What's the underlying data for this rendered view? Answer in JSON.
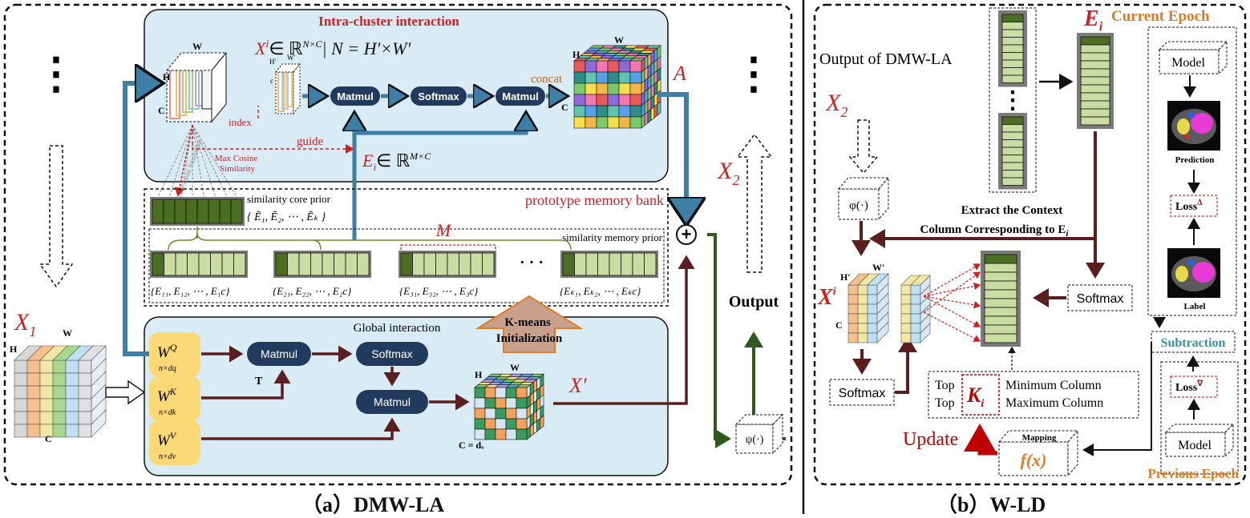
{
  "captions": {
    "a": "（a）DMW-LA",
    "b": "（b）W-LD"
  },
  "colors": {
    "panel_blue": "#d9ebf5",
    "node_navy": "#223a5e",
    "weight_yellow": "#fcd977",
    "memory_green": "#c9dca1",
    "memory_dark": "#4b6e22",
    "red": "#d21e1e",
    "orange": "#e07b22",
    "teal": "#3d8fa6",
    "arrow_blue": "#3d7fa6",
    "arrow_brown": "#5a1e1e",
    "arrow_green": "#2f5a1f",
    "arrow_red": "#c00000"
  },
  "panel_a": {
    "intra_title": "Intra-cluster interaction",
    "xi_eq": "X",
    "xi_sup": "i",
    "xi_set": "∈ ℝ",
    "xi_sup2": "N×C",
    "n_eq": "| N = H′×W′",
    "matmul": "Matmul",
    "softmax": "Softmax",
    "concat": "concat",
    "a_label": "A",
    "index": "index",
    "guide": "guide",
    "max_cos_1": "Max Cosine",
    "max_cos_2": "Similarity",
    "cos_sim": "Cosine Similarity",
    "ei_eq": "E",
    "ei_sub": "i",
    "ei_set": "∈ ℝ",
    "ei_sup": "M×C",
    "dim_H": "H",
    "dim_W": "W",
    "dim_C": "C",
    "dim_H2": "H′",
    "dim_W2": "W′",
    "dim_c2": "c",
    "memory_bank": "prototype memory bank",
    "sim_core": "similarity core prior",
    "sim_core_set": "{ Ẽ₁, Ẽ₂, ⋯ , Ẽₖ }",
    "M_label": "M",
    "sim_mem": "similarity memory prior",
    "mem_set_1": "{E₁₁, E₁₂, ⋯ , E₁c}",
    "mem_set_2": "{E₂₁, E₂₂, ⋯ , E₂c}",
    "mem_set_3": "{E₃₁, E₃₂, ⋯ , E₃c}",
    "mem_set_k": "{Eₖ₁, Eₖ₂, ⋯ , Eₖc}",
    "ellipsis": "· · ·",
    "kmeans_1": "K-means",
    "kmeans_2": "Initialization",
    "global_title": "Global interaction",
    "wq": "W",
    "wq_sup": "Q",
    "wq_sub": "n×dq",
    "wk": "W",
    "wk_sup": "K",
    "wk_sub": "n×dk",
    "wv": "W",
    "wv_sup": "V",
    "wv_sub": "n×dv",
    "t_label": "T",
    "c_dv": "C = dᵥ",
    "xprime": "X′",
    "x1": "X",
    "x1_sub": "1",
    "x2": "X",
    "x2_sub": "2",
    "plus": "+",
    "psi": "ψ(·)",
    "output": "Output",
    "vdots": "⋮"
  },
  "panel_b": {
    "output_of": "Output of DMW-LA",
    "ei": "E",
    "ei_sub": "i",
    "current_epoch": "Current Epoch",
    "x2": "X",
    "x2_sub": "2",
    "phi": "φ(·)",
    "extract_1": "Extract the Context",
    "extract_2": "Column Corresponding to E",
    "extract_sub": "i",
    "softmax": "Softmax",
    "xi": "X",
    "xi_sup": "i",
    "dim_H2": "H′",
    "dim_W2": "W′",
    "dim_C": "C",
    "top1": "Top",
    "top2": "Top",
    "k": "K",
    "k_sub": "i",
    "min_col": "Minimum Column",
    "max_col": "Maximum Column",
    "update": "Update",
    "mapping": "Mapping",
    "fx": "f(x)",
    "model": "Model",
    "prediction": "Prediction",
    "loss_delta": "Loss",
    "loss_delta_sup": "Δ",
    "label": "Label",
    "subtraction": "Subtraction",
    "loss_nabla": "Loss",
    "loss_nabla_sup": "∇",
    "previous_epoch": "Previous Epoch",
    "vdots": "⋮"
  }
}
